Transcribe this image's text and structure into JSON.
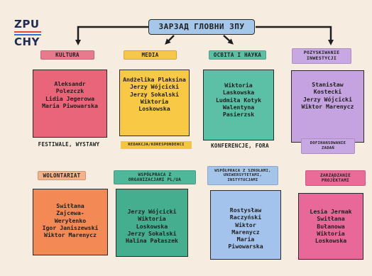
{
  "logo": {
    "line1": "ZPU",
    "line2": "CHY",
    "stripe_colors": [
      "#e8463c",
      "#2f6fd6"
    ]
  },
  "title": "ЗАРЗАД ГЛОВНИ ЗПУ",
  "top_row": [
    {
      "label": "KULTURA",
      "label_color": "#e77a8c",
      "box_color": "#e9667a",
      "names": "Aleksandr\nPolezczk\nLidia Jegerowa\nMaria Piwowarska",
      "bottom": "FESTIWALE, WYSTAWY",
      "bottom_color": "transparent"
    },
    {
      "label": "MEDIA",
      "label_color": "#f5c84b",
      "box_color": "#f7c944",
      "names": "Andżelika Plaksina\nJerzy Wójcicki\nJerzy Sokalski\nWiktoria\nLoskowska",
      "bottom": "REDAKCJA/KORESPONDENCI",
      "bottom_color": "#f3c63f"
    },
    {
      "label": "ОСВІТА І НАУКА",
      "label_color": "#5cbfa3",
      "box_color": "#5cc0a6",
      "names": "Wiktoria\nLaskowska\nLudmiła Kotyk\nWalentyna\nPasierzsk",
      "bottom": "KONFERENCJE, FORA",
      "bottom_color": "transparent"
    },
    {
      "label": "POZYSKIWANIE\nINWESTYCJI",
      "label_color": "#c8a8e2",
      "box_color": "#c5a2e0",
      "names": "Stanisław\nKostecki\nJerzy Wójcicki\nWiktor Marenycz",
      "bottom": "DOFINANSOWANIE\nZADAŃ",
      "bottom_color": "#c8a8e2"
    }
  ],
  "bottom_row": [
    {
      "label": "WOLONTARIAT",
      "label_color": "#f3b28a",
      "box_color": "#f38a55",
      "names": "Switłana\nZajcewa-\nWeryłenko\nIgor Janiszewski\nWiktor Marenycz"
    },
    {
      "label": "WSPÓŁPRACA Z\nORGANIZACJAMI PL/UA",
      "label_color": "#4fb89a",
      "box_color": "#44ae8e",
      "names": "Jerzy Wójcicki\nWiktoria\nLoskowska\nJerzy Sokalski\nHalina Pałaszek"
    },
    {
      "label": "WSPÓŁPRACA Z SZKOŁAMI,\nUNIWERSYTETAMI,\nINSTYTUCJAMI",
      "label_color": "#a5c4ea",
      "box_color": "#a4c3ec",
      "names": "Rostysław\nRaczyński\nWiktor\nMarenycz\nMaria\nPiwowarska"
    },
    {
      "label": "ZARZĄDZANIE\nPROJEKTAMI",
      "label_color": "#ea6b98",
      "box_color": "#e9689a",
      "names": "Lesia Jermak\nSwitłana\nBułanowa\nWiktoria\nLoskowska"
    }
  ]
}
